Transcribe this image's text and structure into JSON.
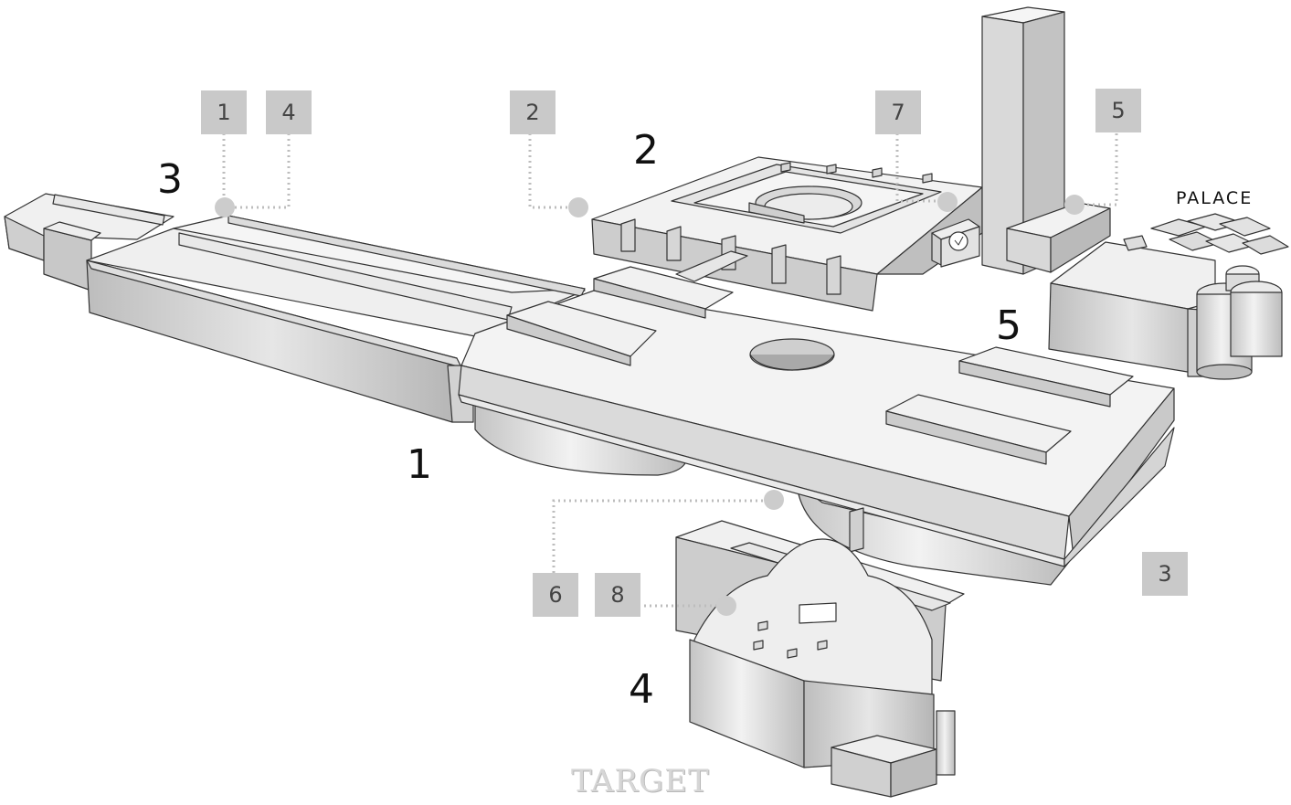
{
  "diagram": {
    "callouts": [
      {
        "id": "c1",
        "label": "1"
      },
      {
        "id": "c4",
        "label": "4"
      },
      {
        "id": "c2",
        "label": "2"
      },
      {
        "id": "c7",
        "label": "7"
      },
      {
        "id": "c5",
        "label": "5"
      },
      {
        "id": "c6",
        "label": "6"
      },
      {
        "id": "c8",
        "label": "8"
      },
      {
        "id": "c3",
        "label": "3"
      }
    ],
    "zones": [
      {
        "id": "z3",
        "label": "3"
      },
      {
        "id": "z2",
        "label": "2"
      },
      {
        "id": "z5",
        "label": "5"
      },
      {
        "id": "z1",
        "label": "1"
      },
      {
        "id": "z4",
        "label": "4"
      }
    ],
    "palace_label": "PALACE",
    "watermark": "TARGET",
    "colors": {
      "building_top": "#f2f2f2",
      "building_side": "#cfcfcf",
      "building_dark": "#a9a9a9",
      "outline": "#333333",
      "callout_box": "#c9c9c9",
      "leader_line": "#bdbdbd",
      "leader_dot": "#cccccc"
    }
  }
}
